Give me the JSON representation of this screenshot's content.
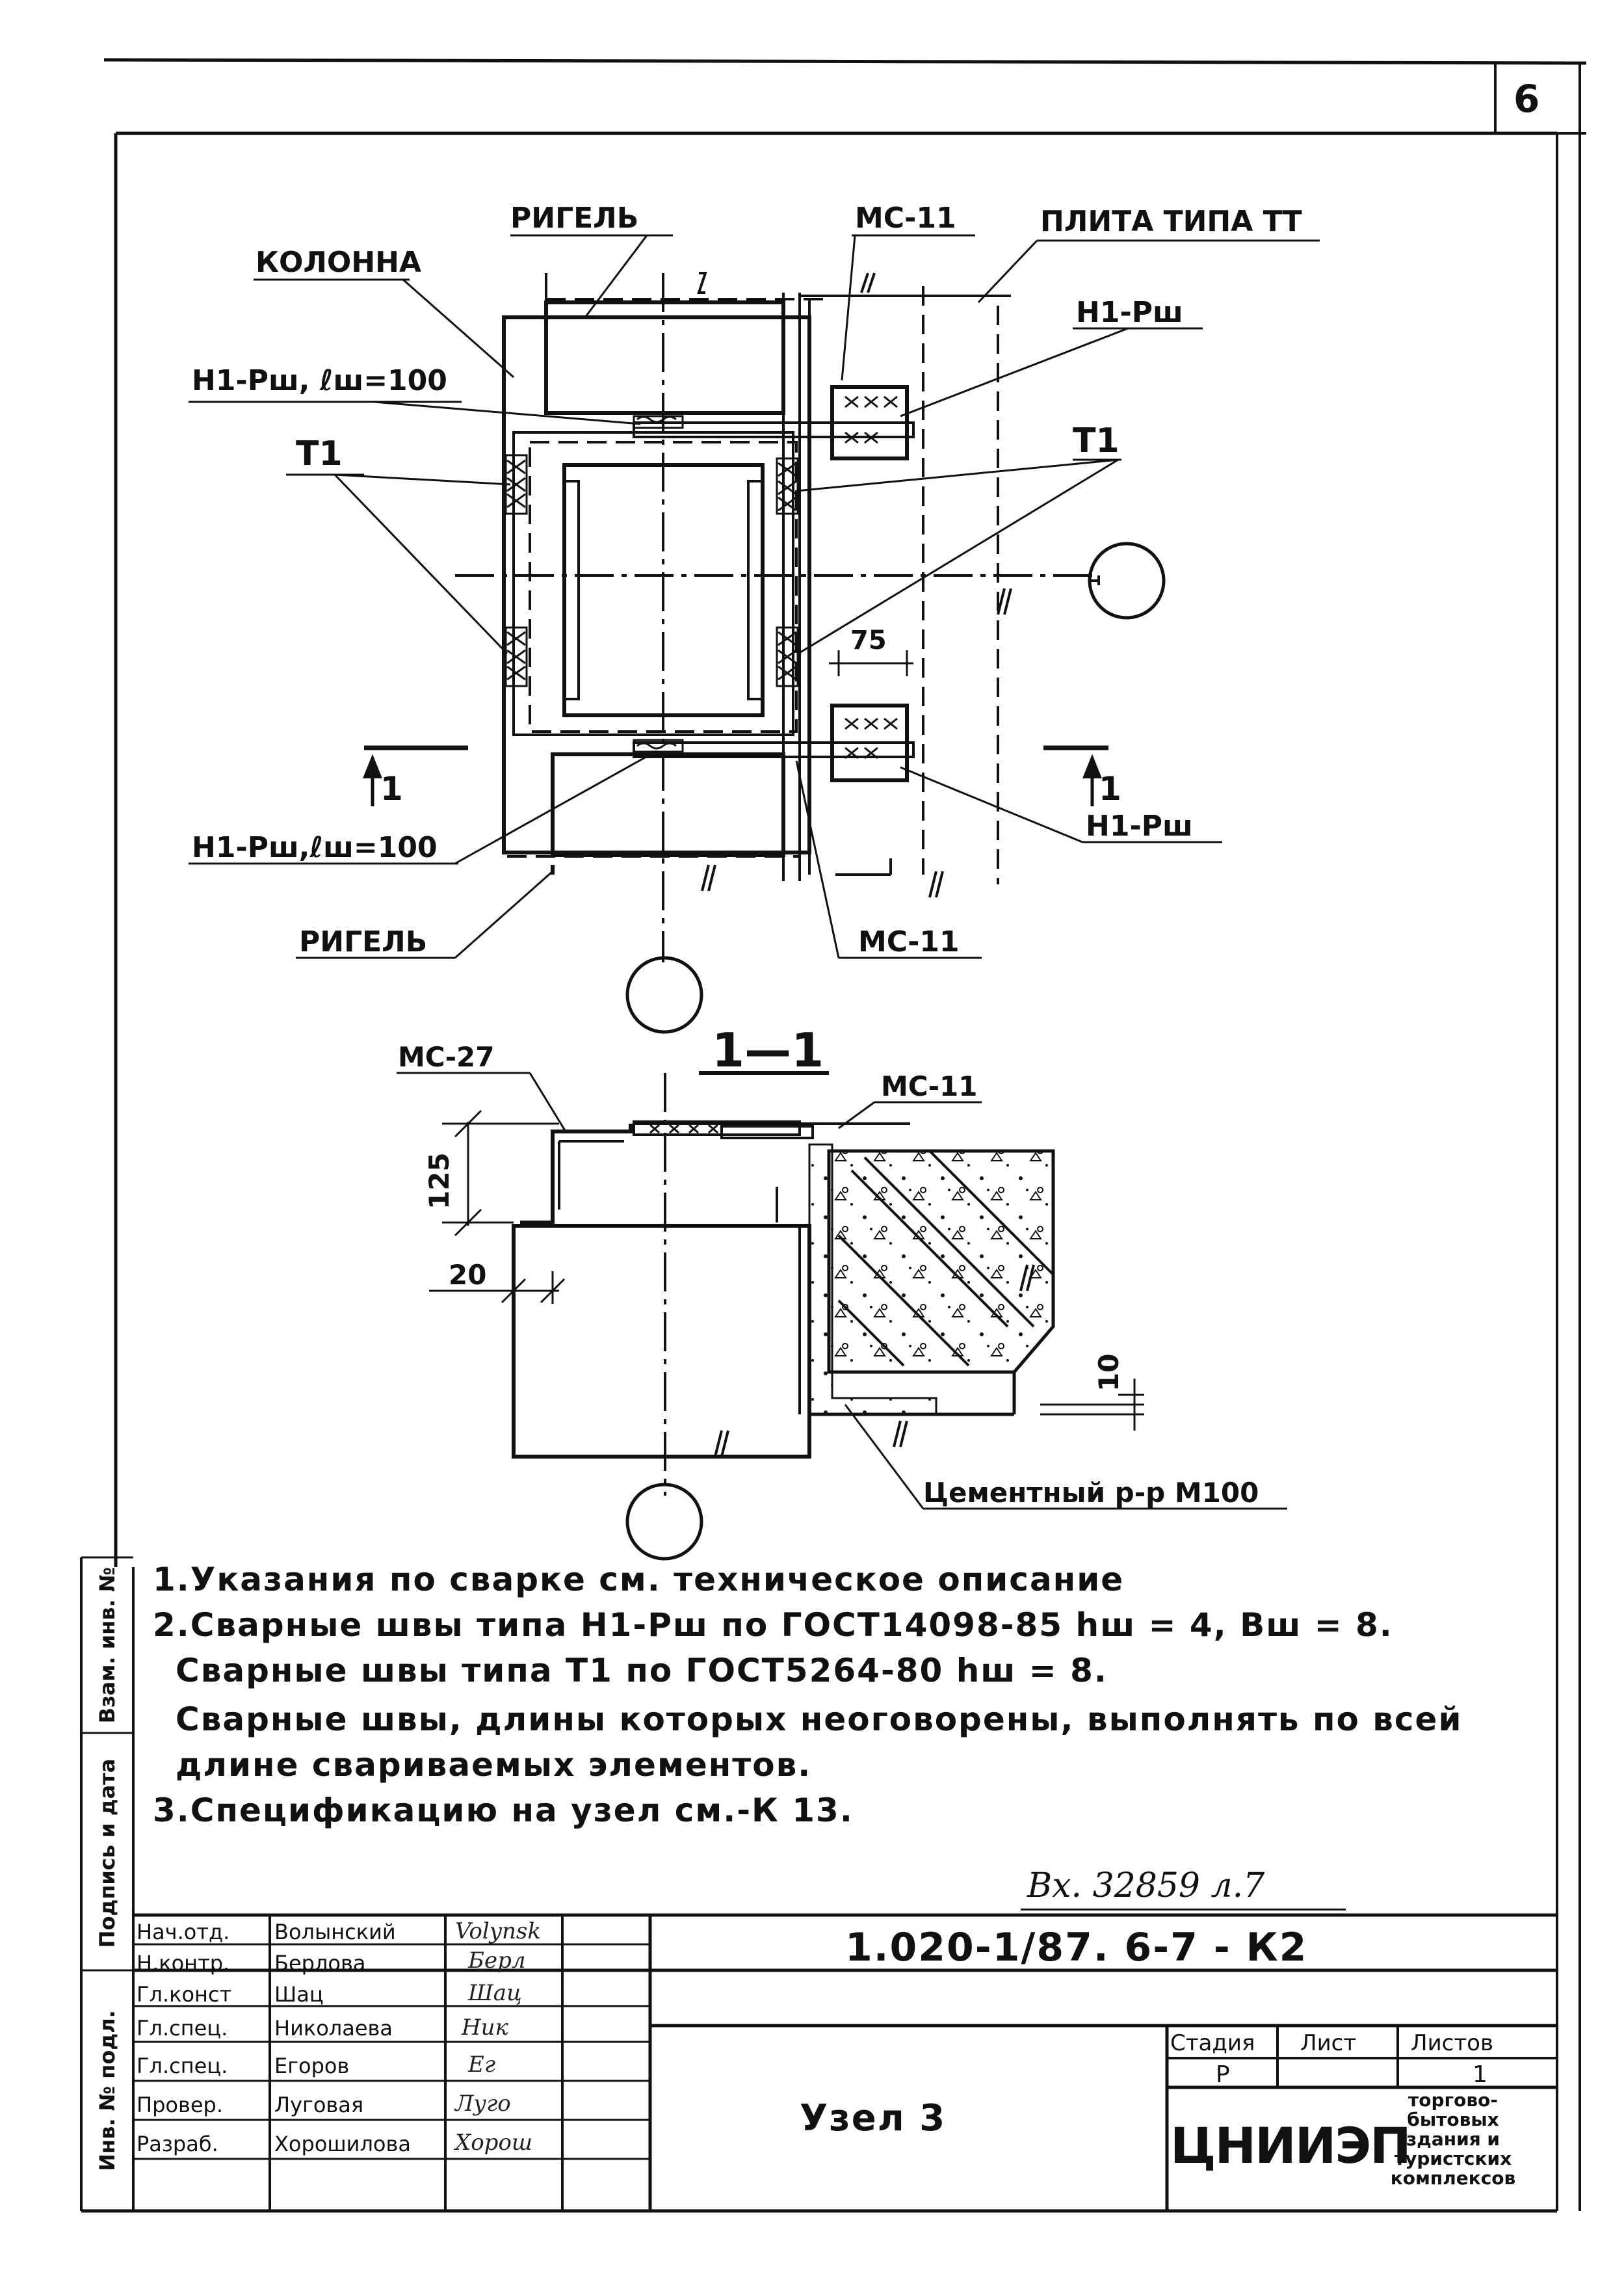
{
  "sheet_number": "6",
  "drawing": {
    "labels": {
      "rigel_top": "РИГЕЛЬ",
      "ms11_top": "МС-11",
      "plita": "ПЛИТА ТИПА ТТ",
      "kolonna": "КОЛОННА",
      "h1_right_top": "Н1-Рш",
      "h1_left_top": "Н1-Рш, ℓш=100",
      "t1_left": "Т1",
      "t1_right": "Т1",
      "dim_75": "75",
      "cut_left": "1",
      "cut_right": "1",
      "h1_left_bottom": "Н1-Рш,ℓш=100",
      "h1_right_bottom": "Н1-Рш",
      "rigel_bottom": "РИГЕЛЬ",
      "ms11_bottom": "МС-11"
    },
    "section": {
      "title": "1—1",
      "ms27": "МС-27",
      "ms11": "МС-11",
      "dim_125": "125",
      "dim_20": "20",
      "dim_10": "10",
      "cement": "Цементный р-р М100"
    }
  },
  "notes": [
    "1.Указания по сварке см. техническое описание",
    "2.Сварные швы типа Н1-Рш по ГОСТ14098-85 hш = 4, Вш = 8.",
    "Сварные швы типа Т1 по ГОСТ5264-80 hш = 8.",
    "Сварные швы, длины которых неоговорены, выполнять по всей",
    "длине свариваемых элементов.",
    "3.Спецификацию на узел см.-К 13."
  ],
  "inbound_stamp": "Вх. 32859 л.7",
  "side_stamp": {
    "inv_podl": "Инв. № подл.",
    "podpis_data": "Подпись и дата",
    "vzam_inv": "Взам. инв. №"
  },
  "title_block": {
    "code": "1.020-1/87. 6-7 - К2",
    "name": "Узел 3",
    "rows": [
      {
        "role": "Нач.отд.",
        "person": "Волынский",
        "signature": "Volynsk"
      },
      {
        "role": "Н.контр.",
        "person": "Берлова",
        "signature": "Берл"
      },
      {
        "role": "Гл.конст",
        "person": "Шац",
        "signature": "Шац"
      },
      {
        "role": "Гл.спец.",
        "person": "Николаева",
        "signature": "Ник"
      },
      {
        "role": "Гл.спец.",
        "person": "Егоров",
        "signature": "Ег"
      },
      {
        "role": "Провер.",
        "person": "Луговая",
        "signature": "Луго"
      },
      {
        "role": "Разраб.",
        "person": "Хорошилова",
        "signature": "Хорош"
      }
    ],
    "stage_header": "Стадия",
    "sheet_header": "Лист",
    "sheets_header": "Листов",
    "stage": "Р",
    "sheet": "",
    "sheets": "1",
    "org": "ЦНИИЭП",
    "org_desc": [
      "торгово-",
      "бытовых",
      "здания и",
      "туристских",
      "комплексов"
    ]
  }
}
